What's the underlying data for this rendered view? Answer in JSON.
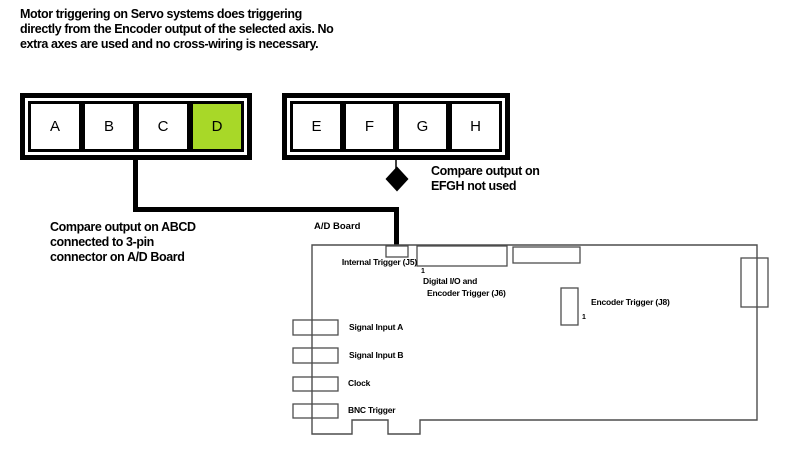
{
  "colors": {
    "highlight": "#a8d828",
    "outline": "#4d4d4d",
    "wire": "#000000"
  },
  "intro": {
    "line1": "Motor triggering on Servo systems does triggering",
    "line2": "directly from the Encoder output of the selected axis.  No",
    "line3": "extra axes are used and no cross-wiring is necessary."
  },
  "groups": {
    "abcd": [
      "A",
      "B",
      "C",
      "D"
    ],
    "efgh": [
      "E",
      "F",
      "G",
      "H"
    ],
    "highlighted_cell": "D"
  },
  "notes": {
    "efgh_line1": "Compare output on",
    "efgh_line2": "EFGH not used",
    "abcd_line1": "Compare output on ABCD",
    "abcd_line2": "connected to 3-pin",
    "abcd_line3": "connector on A/D Board"
  },
  "board": {
    "title": "A/D Board",
    "internal_trigger_label": "Internal Trigger (J5)",
    "j6_pin1": "1",
    "j6_label_line1": "Digital I/O and",
    "j6_label_line2": "Encoder Trigger (J6)",
    "j8_label": "Encoder Trigger (J8)",
    "j8_pin1": "1",
    "bnc_labels": [
      "Signal Input A",
      "Signal Input B",
      "Clock",
      "BNC Trigger"
    ]
  }
}
